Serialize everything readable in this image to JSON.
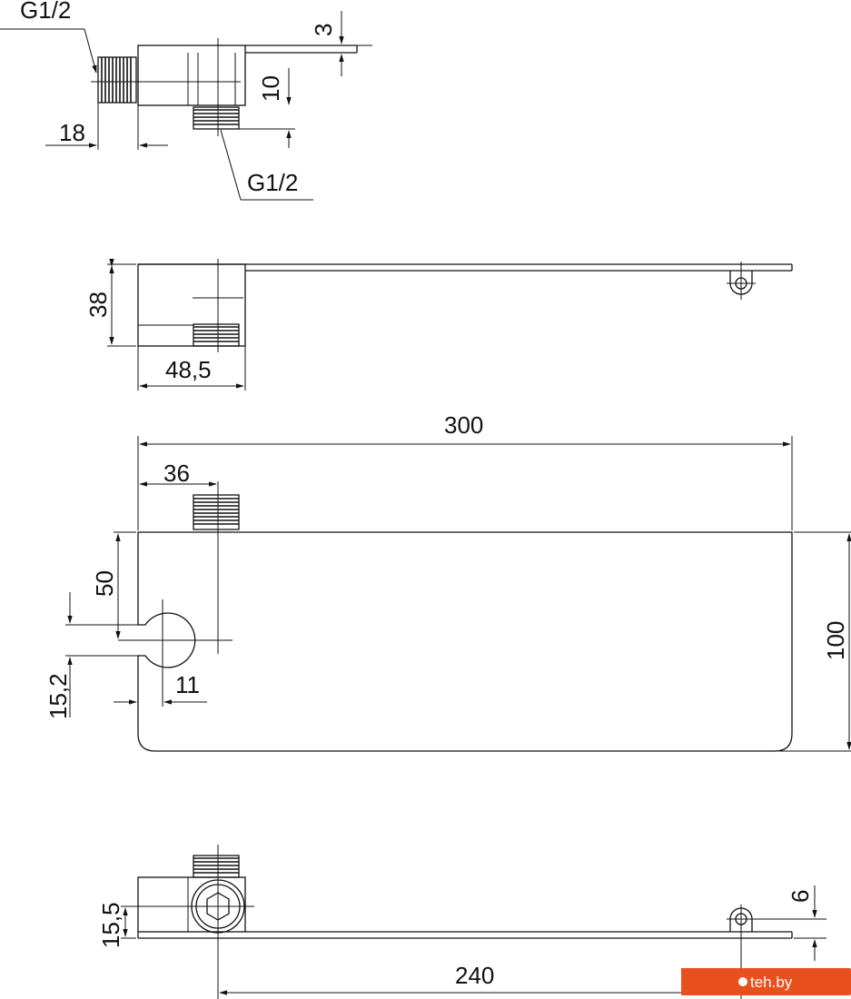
{
  "drawing": {
    "top_view": {
      "thread_label_1": "G1/2",
      "thread_label_2": "G1/2",
      "dim_thickness": "3",
      "dim_10": "10",
      "dim_18": "18"
    },
    "side_view": {
      "dim_height": "38",
      "dim_width": "48,5"
    },
    "plan_view": {
      "dim_length": "300",
      "dim_36": "36",
      "dim_50": "50",
      "dim_15_2": "15,2",
      "dim_11": "11",
      "dim_depth": "100"
    },
    "front_view": {
      "dim_15_5": "15,5",
      "dim_6": "6",
      "dim_240": "240"
    }
  },
  "watermark": {
    "text": "teh.by",
    "color": "#e8501e"
  }
}
